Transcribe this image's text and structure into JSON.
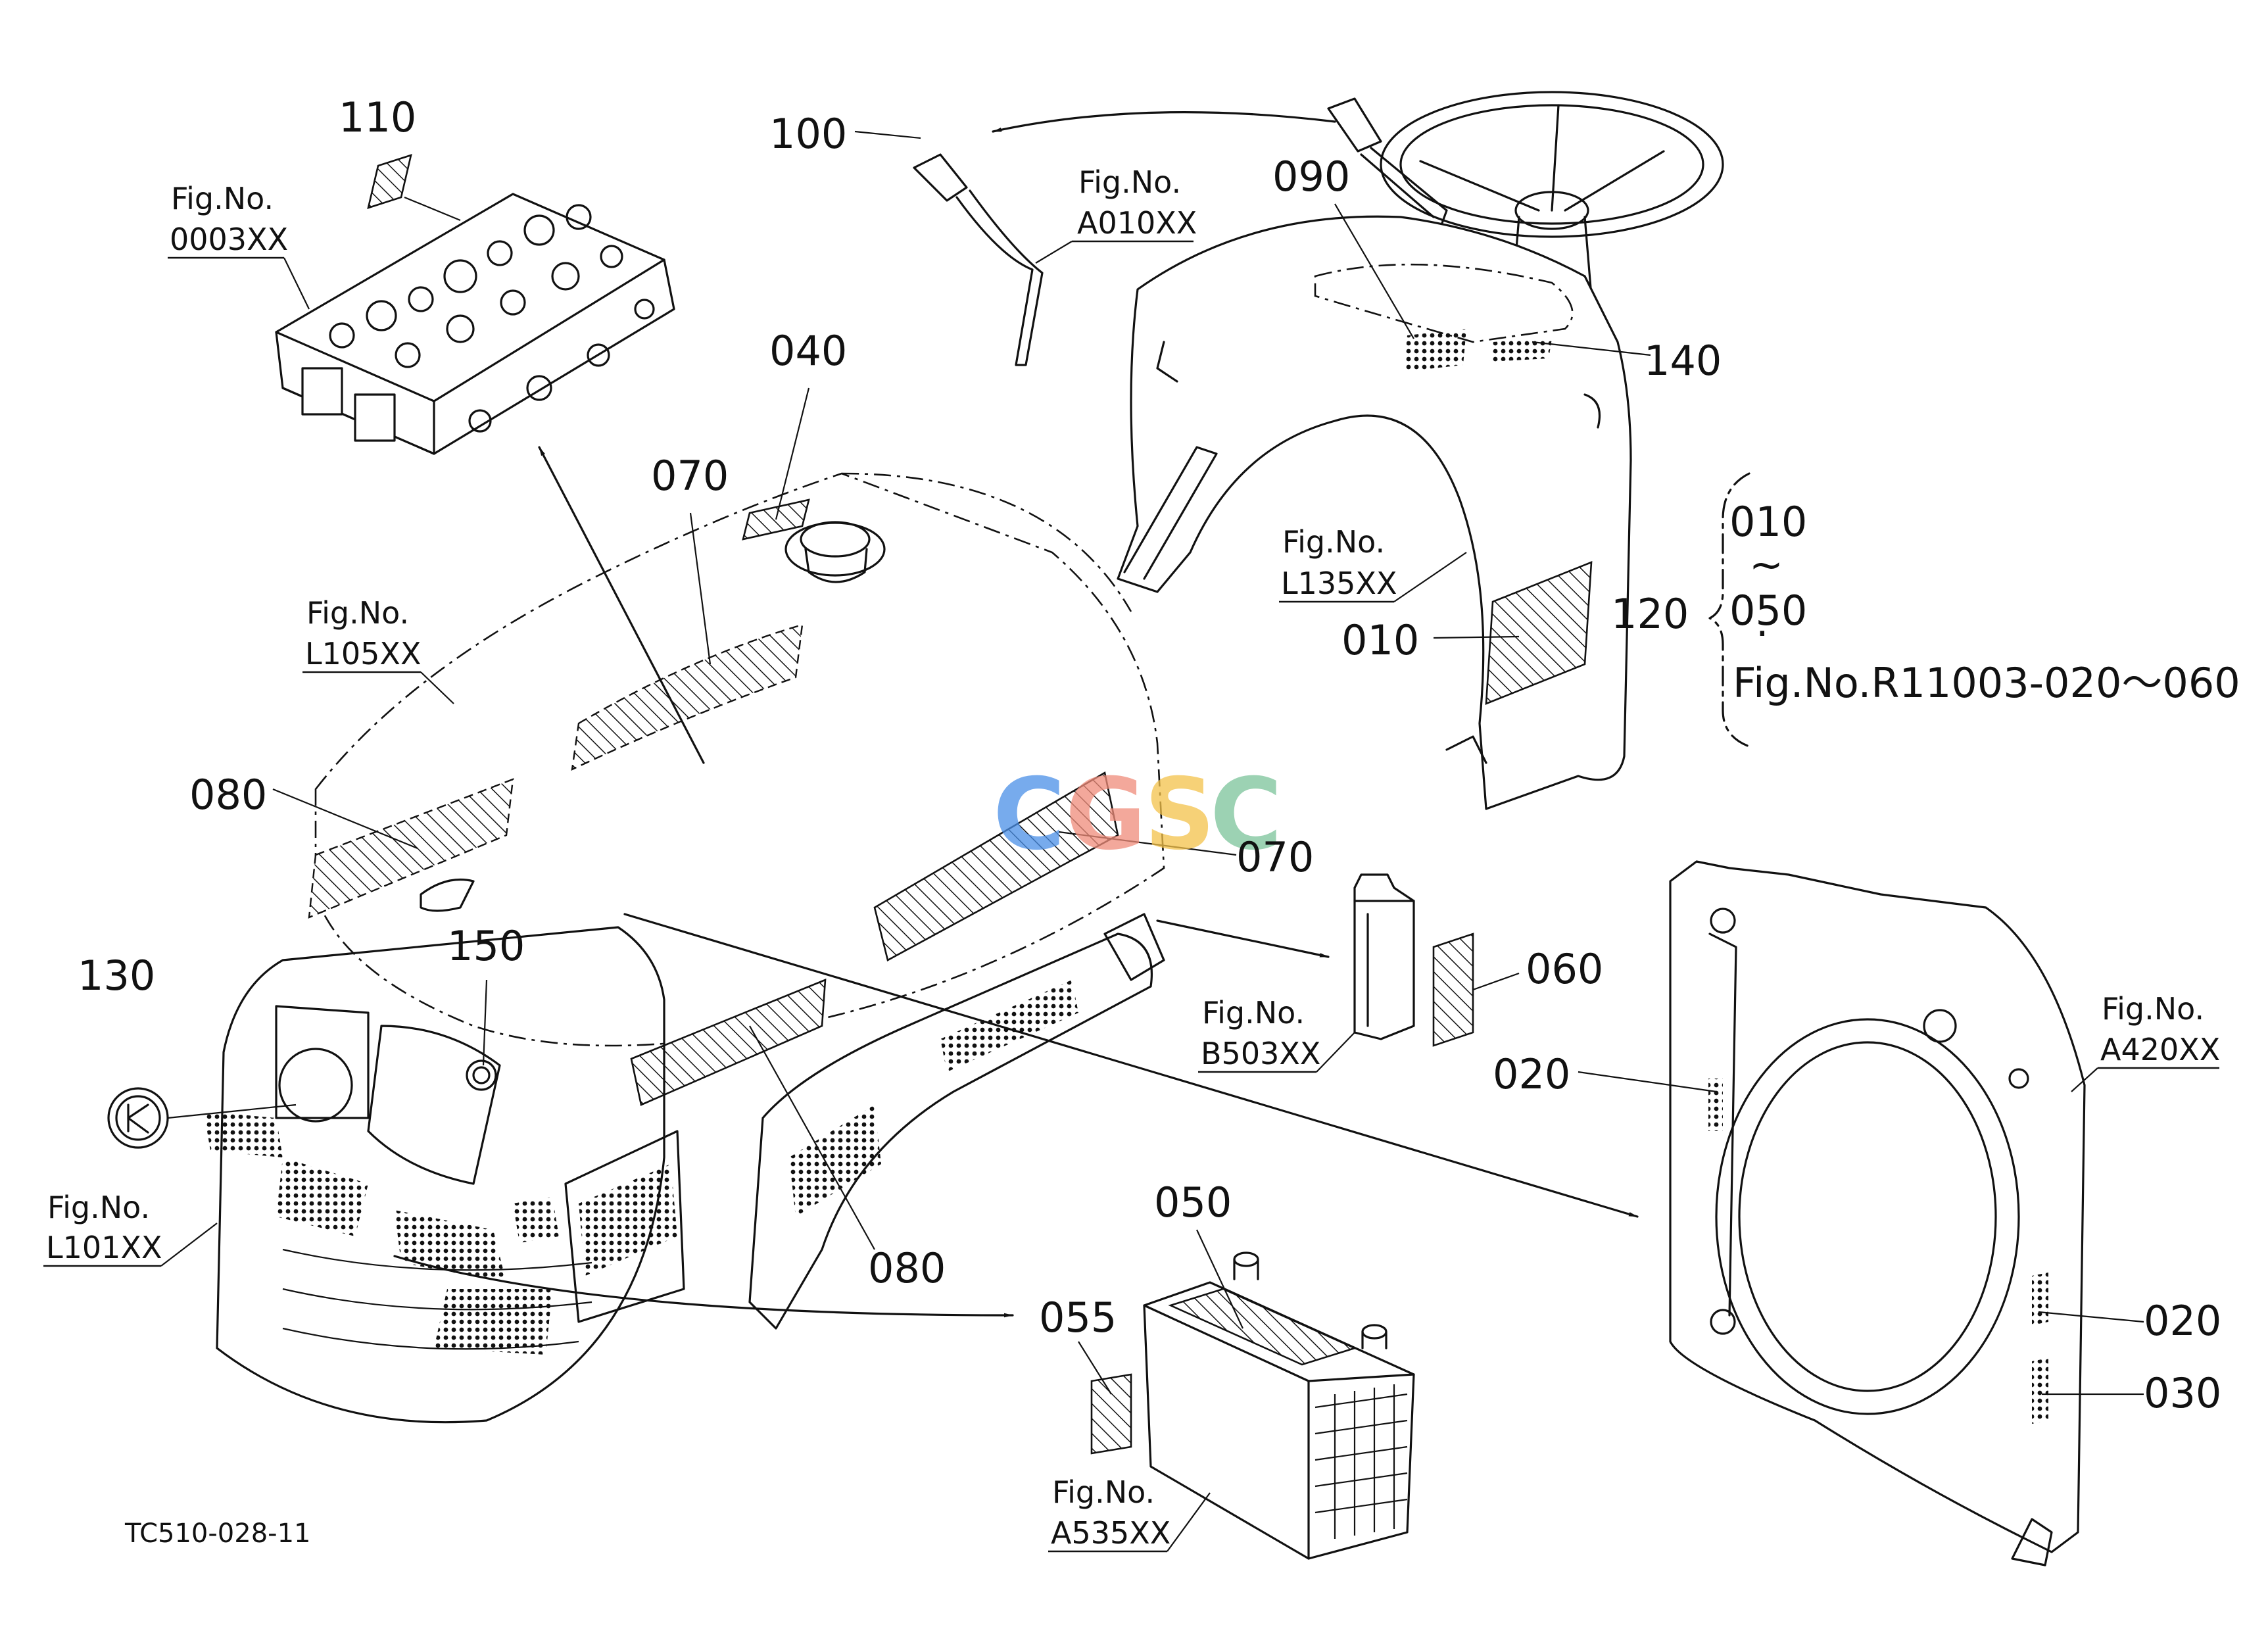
{
  "diagram": {
    "drawing_code": "TC510-028-11",
    "watermark": "CGSC",
    "callouts": {
      "c100": "100",
      "c110": "110",
      "c090": "090",
      "c140": "140",
      "c040": "040",
      "c070_top": "070",
      "c070_side": "070",
      "c080_left": "080",
      "c080_lower": "080",
      "c010": "010",
      "c120": "120",
      "c150": "150",
      "c130": "130",
      "c060": "060",
      "c020_upper": "020",
      "c020_lower": "020",
      "c030": "030",
      "c050": "050",
      "c055": "055"
    },
    "group_brace": {
      "from": "010",
      "tilde": "~",
      "to": "050",
      "dot": "·",
      "reference": "Fig.No.R11003-020～060"
    },
    "fig_refs": {
      "cylinder_head": {
        "label": "Fig.No.",
        "code": "0003XX"
      },
      "steering_lever": {
        "label": "Fig.No.",
        "code": "A010XX"
      },
      "dash_panel": {
        "label": "Fig.No.",
        "code": "L135XX"
      },
      "bonnet": {
        "label": "Fig.No.",
        "code": "L105XX"
      },
      "front_grille": {
        "label": "Fig.No.",
        "code": "L101XX"
      },
      "side_cover": {
        "label": "Fig.No.",
        "code": "B503XX"
      },
      "radiator_shroud": {
        "label": "Fig.No.",
        "code": "A420XX"
      },
      "battery": {
        "label": "Fig.No.",
        "code": "A535XX"
      }
    },
    "colors": {
      "line": "#111111",
      "background": "#ffffff",
      "watermark": [
        "#4a8fe7",
        "#f08c7a",
        "#f4c24a",
        "#7cc39a"
      ]
    }
  }
}
